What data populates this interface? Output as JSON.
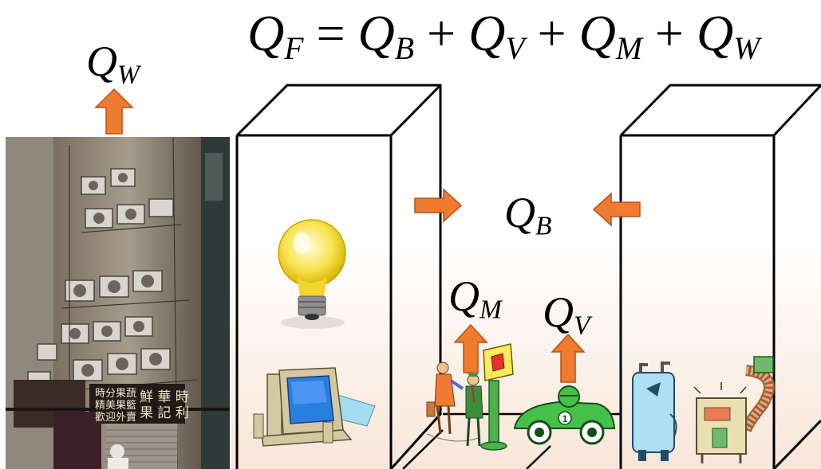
{
  "equation": {
    "lhs": "Q",
    "lhs_sub": "F",
    "eq": "=",
    "plus": "+",
    "terms": [
      {
        "sym": "Q",
        "sub": "B"
      },
      {
        "sym": "Q",
        "sub": "V"
      },
      {
        "sym": "Q",
        "sub": "M"
      },
      {
        "sym": "Q",
        "sub": "W"
      }
    ]
  },
  "labels": {
    "qw": {
      "sym": "Q",
      "sub": "W"
    },
    "qb": {
      "sym": "Q",
      "sub": "B"
    },
    "qm": {
      "sym": "Q",
      "sub": "M"
    },
    "qv": {
      "sym": "Q",
      "sub": "V"
    }
  },
  "photo_sign": {
    "left": "鮮 華 時",
    "right": "果 記 利",
    "small_1": "時分果蔬",
    "small_2": "精美果籃",
    "small_3": "歡迎外賣"
  },
  "car_number": "1",
  "colors": {
    "arrow_fill": "#f07a2e",
    "arrow_edge": "#b5521a",
    "building_line": "#000000",
    "ground_glow": "#f8e6d8"
  },
  "icons": [
    "lightbulb-icon",
    "computer-icon",
    "pedestrians-icon",
    "traffic-sign-icon",
    "race-car-icon",
    "water-heater-icon",
    "furnace-icon"
  ]
}
